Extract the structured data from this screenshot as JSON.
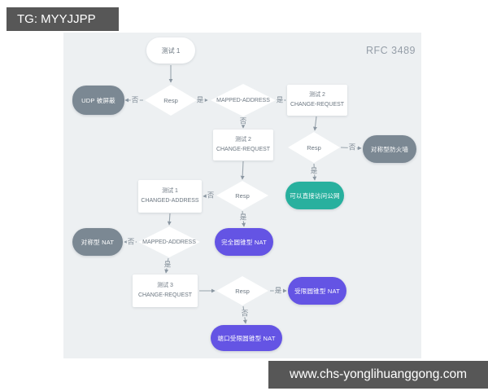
{
  "watermarks": {
    "telegram": "TG: MYYJJPP",
    "website": "www.chs-yonglihuanggong.com"
  },
  "diagram": {
    "title": "RFC 3489",
    "decision_labels": {
      "yes": "是",
      "no": "否"
    },
    "colors": {
      "canvas": "#edf0f2",
      "node_white": "#ffffff",
      "pill_gray": "#7b8893",
      "pill_teal": "#28b09e",
      "pill_purple": "#6454e4",
      "watermark_bg": "#575757",
      "wire": "#98a3ac"
    },
    "nodes": [
      {
        "id": "test-1",
        "type": "stadium",
        "label": "测试 1"
      },
      {
        "id": "resp-1",
        "type": "diamond",
        "label": "Resp"
      },
      {
        "id": "udp-blocked",
        "type": "pill-gray",
        "label": "UDP 被屏蔽"
      },
      {
        "id": "mapped-address-1",
        "type": "diamond",
        "label": "MAPPED-ADDRESS"
      },
      {
        "id": "test-2a",
        "type": "rect",
        "label": "测试 2",
        "sublabel": "CHANGE-REQUEST"
      },
      {
        "id": "test-2b",
        "type": "rect",
        "label": "测试 2",
        "sublabel": "CHANGE-REQUEST"
      },
      {
        "id": "resp-2",
        "type": "diamond",
        "label": "Resp"
      },
      {
        "id": "symmetric-firewall",
        "type": "pill-gray",
        "label": "对称型防火墙"
      },
      {
        "id": "open-internet",
        "type": "pill-teal",
        "label": "可以直接访问公网"
      },
      {
        "id": "resp-3",
        "type": "diamond",
        "label": "Resp"
      },
      {
        "id": "test-1-changed-address",
        "type": "rect",
        "label": "测试 1",
        "sublabel": "CHANGED-ADDRESS"
      },
      {
        "id": "full-cone-nat",
        "type": "pill-purple",
        "label": "完全圆锥型 NAT"
      },
      {
        "id": "mapped-address-2",
        "type": "diamond",
        "label": "MAPPED-ADDRESS"
      },
      {
        "id": "symmetric-nat",
        "type": "pill-gray",
        "label": "对称型 NAT"
      },
      {
        "id": "test-3",
        "type": "rect",
        "label": "测试 3",
        "sublabel": "CHANGE-REQUEST"
      },
      {
        "id": "resp-4",
        "type": "diamond",
        "label": "Resp"
      },
      {
        "id": "restricted-cone-nat",
        "type": "pill-purple",
        "label": "受限圆锥型 NAT"
      },
      {
        "id": "port-restricted-cone-nat",
        "type": "pill-purple",
        "label": "端口受限圆锥型 NAT"
      }
    ],
    "edges": [
      {
        "from": "test-1",
        "to": "resp-1",
        "label": ""
      },
      {
        "from": "resp-1",
        "to": "udp-blocked",
        "label": "否"
      },
      {
        "from": "resp-1",
        "to": "mapped-address-1",
        "label": "是"
      },
      {
        "from": "mapped-address-1",
        "to": "test-2a",
        "label": "是"
      },
      {
        "from": "mapped-address-1",
        "to": "test-2b",
        "label": "否"
      },
      {
        "from": "test-2b",
        "to": "resp-3",
        "label": ""
      },
      {
        "from": "test-2a",
        "to": "resp-2",
        "label": ""
      },
      {
        "from": "resp-2",
        "to": "symmetric-firewall",
        "label": "否"
      },
      {
        "from": "resp-2",
        "to": "open-internet",
        "label": "是"
      },
      {
        "from": "resp-3",
        "to": "test-1-changed-address",
        "label": "否"
      },
      {
        "from": "resp-3",
        "to": "full-cone-nat",
        "label": "是"
      },
      {
        "from": "test-1-changed-address",
        "to": "mapped-address-2",
        "label": ""
      },
      {
        "from": "mapped-address-2",
        "to": "symmetric-nat",
        "label": "否"
      },
      {
        "from": "mapped-address-2",
        "to": "test-3",
        "label": "是"
      },
      {
        "from": "test-3",
        "to": "resp-4",
        "label": ""
      },
      {
        "from": "resp-4",
        "to": "restricted-cone-nat",
        "label": "是"
      },
      {
        "from": "resp-4",
        "to": "port-restricted-cone-nat",
        "label": "否"
      }
    ]
  }
}
